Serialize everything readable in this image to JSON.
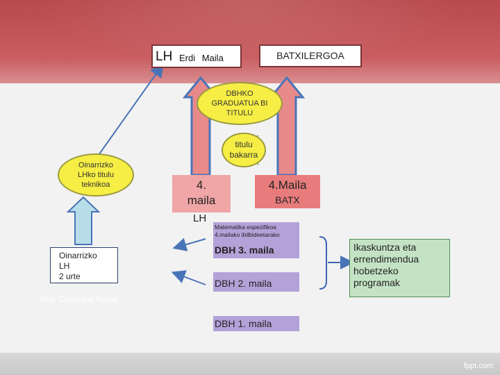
{
  "header": {
    "lh_box": {
      "big": "LH",
      "small": "Erdi  Maila"
    },
    "batx_box": "BATXILERGOA"
  },
  "ellipses": {
    "graduatua": [
      "DBHKO",
      "GRADUATUA BI",
      "TITULU"
    ],
    "titulu": [
      "titulu",
      "bakarra"
    ],
    "oinarrizko": [
      "Oinarrizko",
      "LHko titulu",
      "teknikoa"
    ]
  },
  "boxes": {
    "lh_4maila": {
      "line1": "4.",
      "line2": "maila",
      "below": "LH"
    },
    "batx_4maila": {
      "line1": "4.Maila",
      "line2": "BATX"
    },
    "matematika": [
      "Matematika espezifikoa",
      "4.mailako ibilbideetarako"
    ],
    "dbh3": "DBH 3. maila",
    "dbh2": "DBH 2. maila",
    "dbh1": "DBH 1. maila",
    "oinarrizko_lh": [
      "Oinarrizko",
      "LH",
      "2  urte"
    ],
    "ikaskuntza": [
      "Ikaskuntza eta",
      "errendimendua",
      "hobetzeko",
      "programak"
    ]
  },
  "watermark": "Your Company Name",
  "footer_logo": "fppt.com",
  "colors": {
    "banner": "#c95d60",
    "ellipse_fill": "#f6ee45",
    "pink_box": "#f0a6a6",
    "salmon_box": "#e87c7c",
    "purple_box": "#b3a1d8",
    "green_box": "#c4e3c4",
    "arrow_blue": "#4a74b8",
    "light_blue_arrow": "#b7dde8"
  }
}
